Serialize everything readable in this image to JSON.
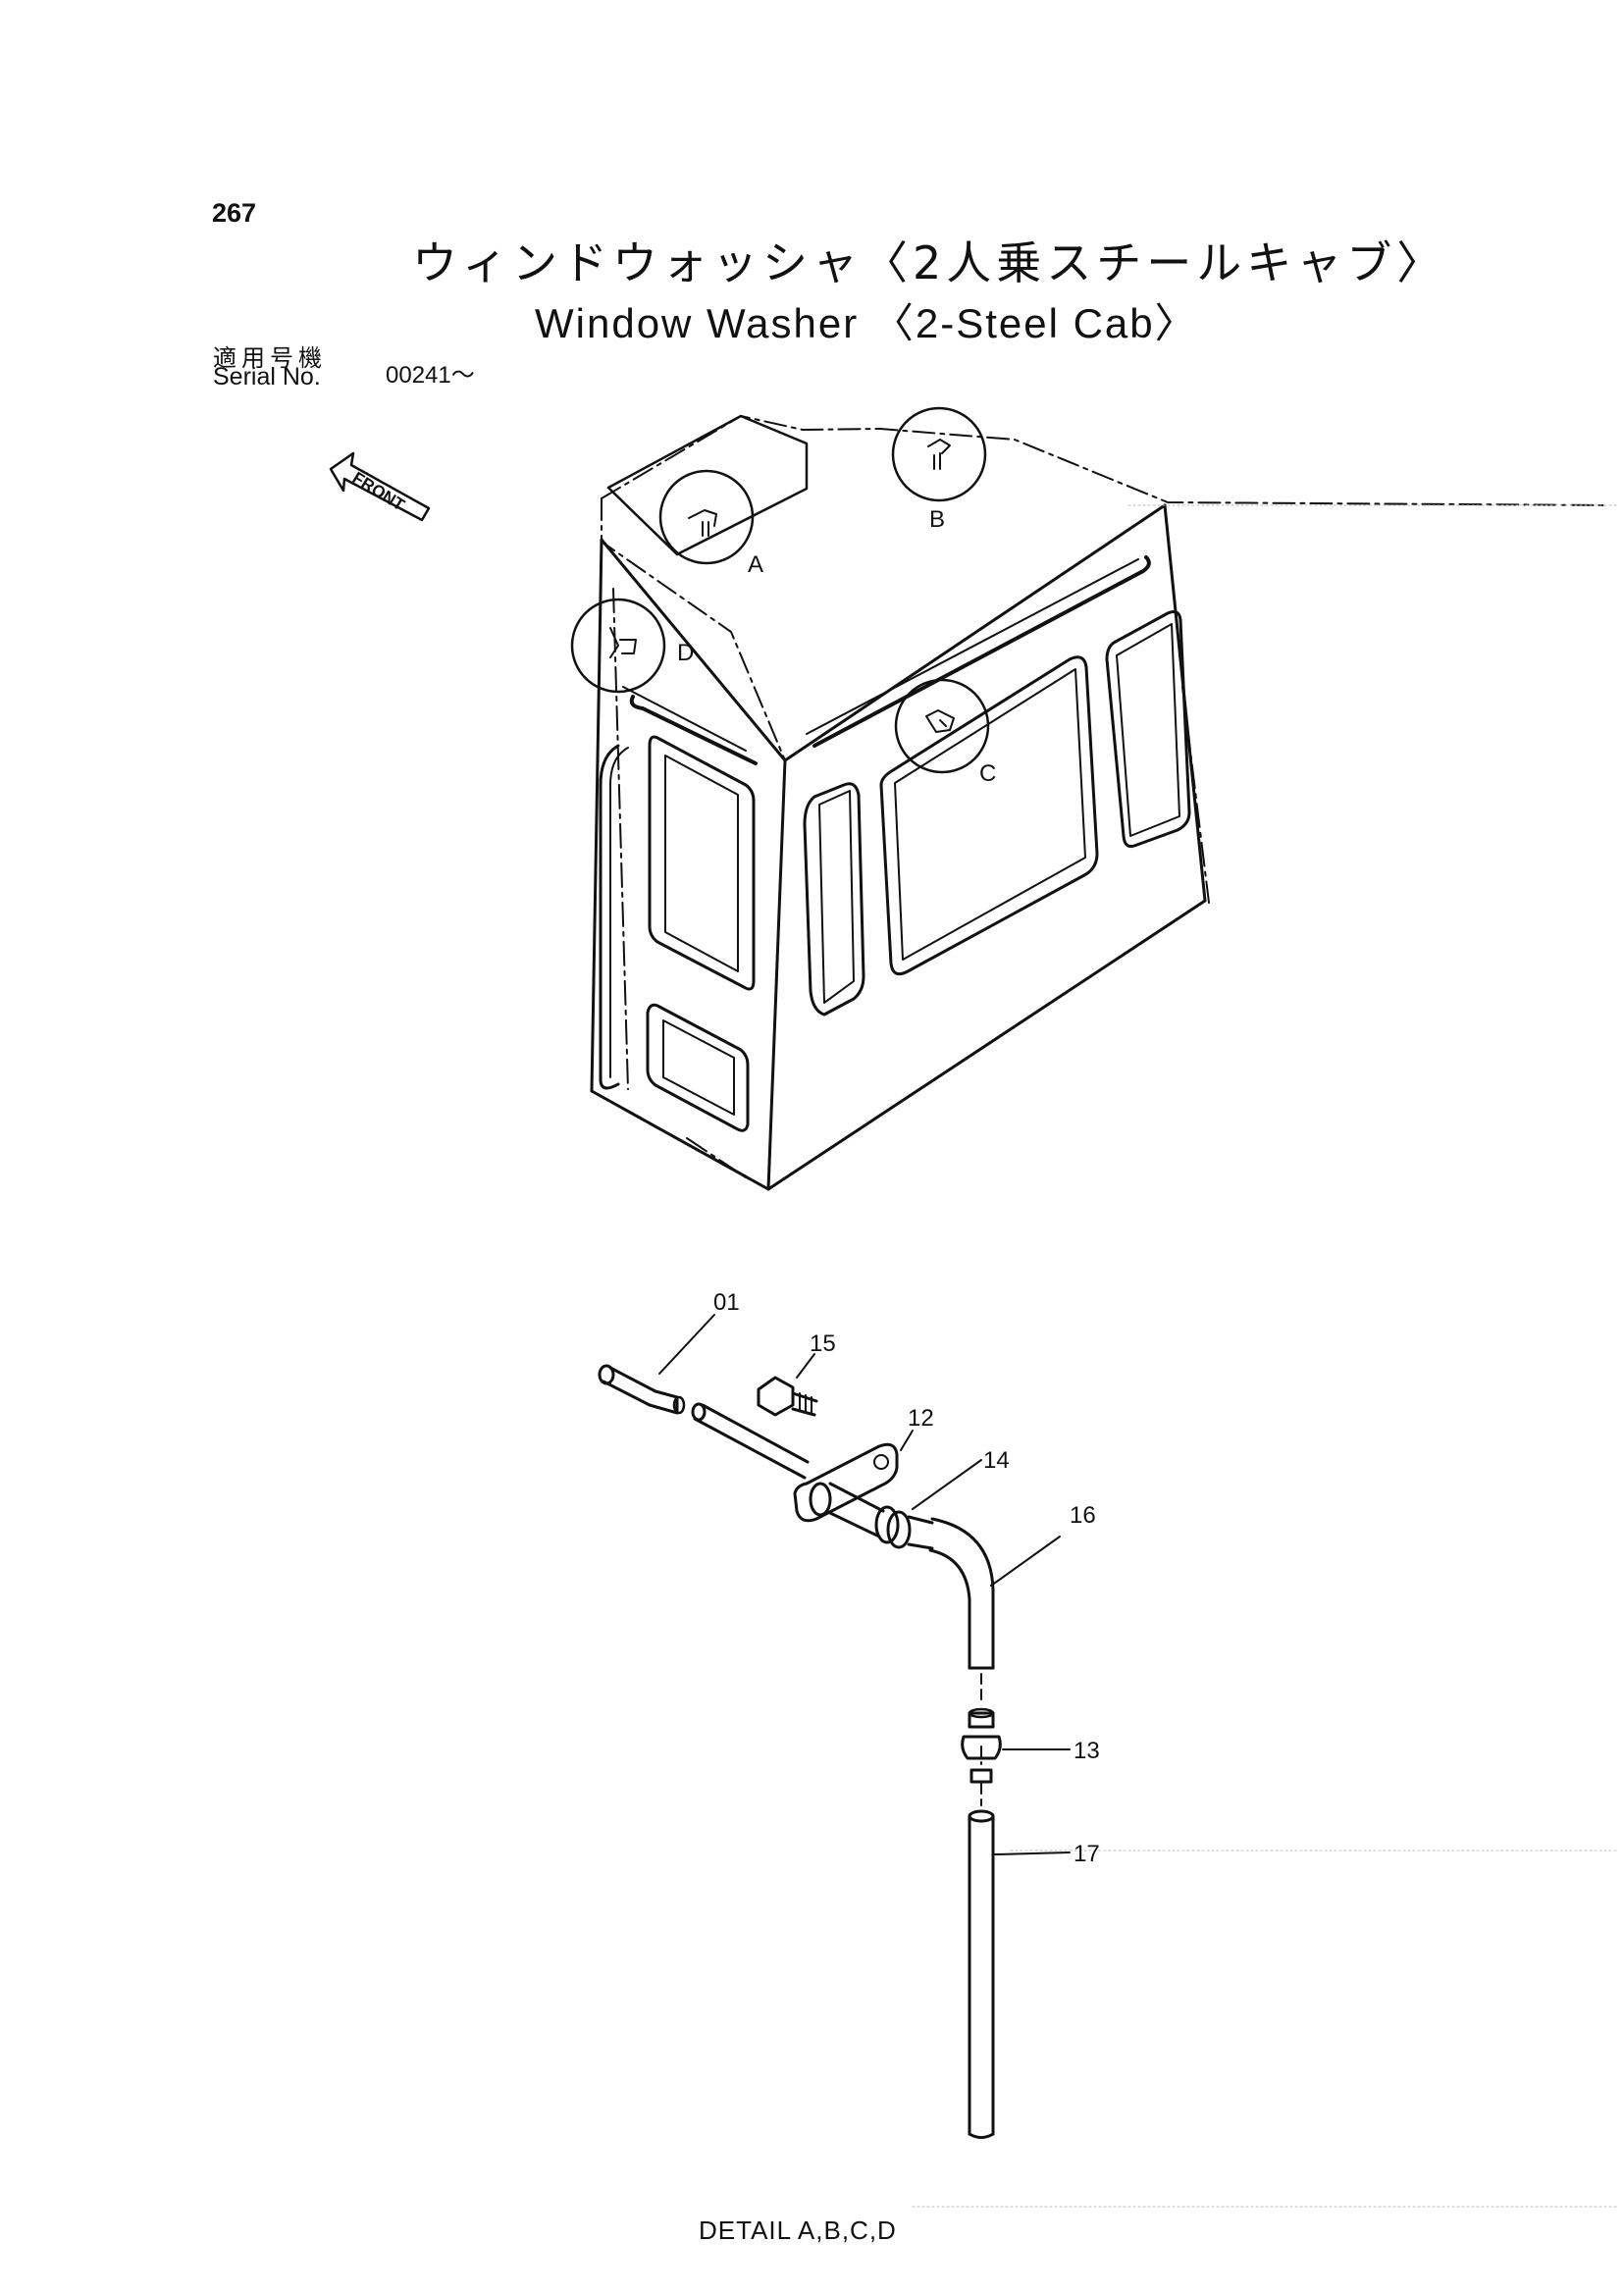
{
  "page_number": "267",
  "title_jp": "ウィンドウォッシャ〈2人乗スチールキャブ〉",
  "title_en": "Window Washer 〈2-Steel Cab〉",
  "serial": {
    "label_jp": "適用号機",
    "label_en": "Serial No.",
    "value": "00241～"
  },
  "front_label": "FRONT",
  "detail_markers": [
    "A",
    "B",
    "C",
    "D"
  ],
  "part_callouts": [
    "01",
    "15",
    "12",
    "14",
    "16",
    "13",
    "17"
  ],
  "detail_caption": "DETAIL A,B,C,D"
}
